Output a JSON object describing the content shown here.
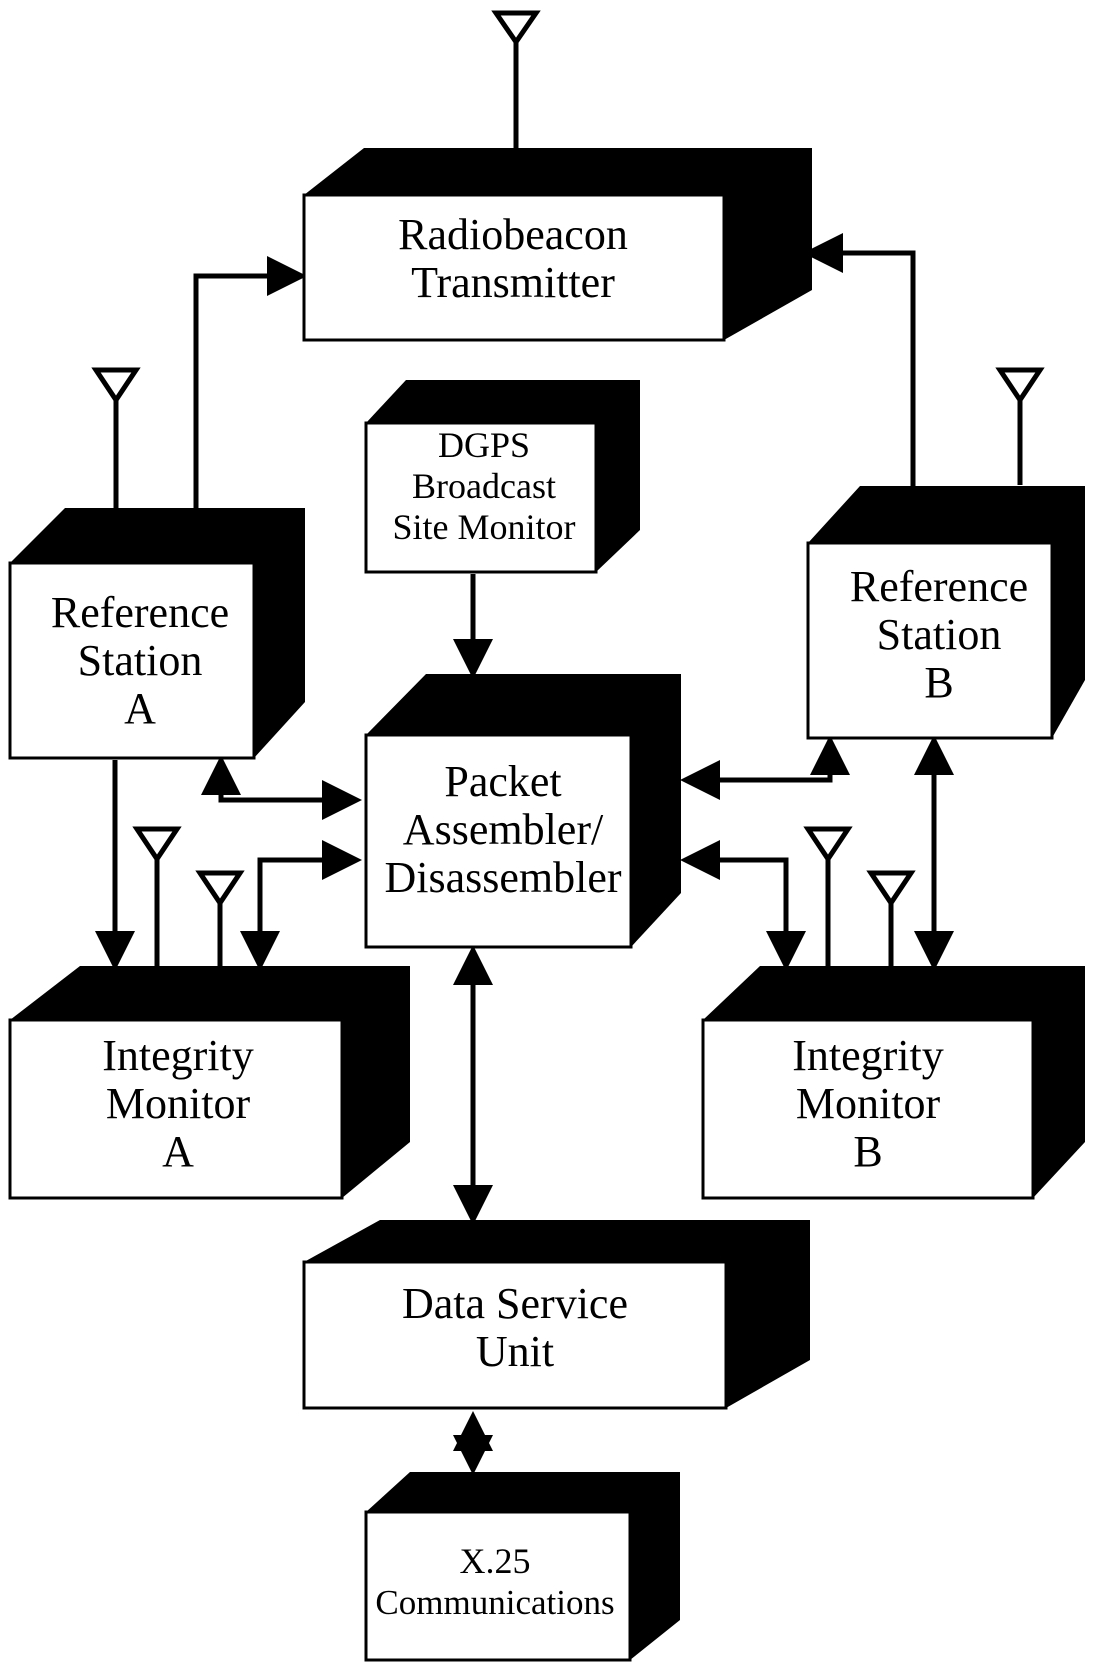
{
  "diagram": {
    "blocks": {
      "radiobeacon": {
        "line1": "Radiobeacon",
        "line2": "Transmitter"
      },
      "dgps_monitor": {
        "line1": "DGPS",
        "line2": "Broadcast",
        "line3": "Site Monitor"
      },
      "ref_station_a": {
        "line1": "Reference",
        "line2": "Station",
        "line3": "A"
      },
      "ref_station_b": {
        "line1": "Reference",
        "line2": "Station",
        "line3": "B"
      },
      "pad": {
        "line1": "Packet",
        "line2": "Assembler/",
        "line3": "Disassembler"
      },
      "integrity_a": {
        "line1": "Integrity",
        "line2": "Monitor",
        "line3": "A"
      },
      "integrity_b": {
        "line1": "Integrity",
        "line2": "Monitor",
        "line3": "B"
      },
      "data_service_unit": {
        "line1": "Data Service",
        "line2": "Unit"
      },
      "x25": {
        "line1": "X.25",
        "line2": "Communications"
      }
    },
    "colors": {
      "ink": "#000000",
      "face": "#ffffff"
    }
  }
}
